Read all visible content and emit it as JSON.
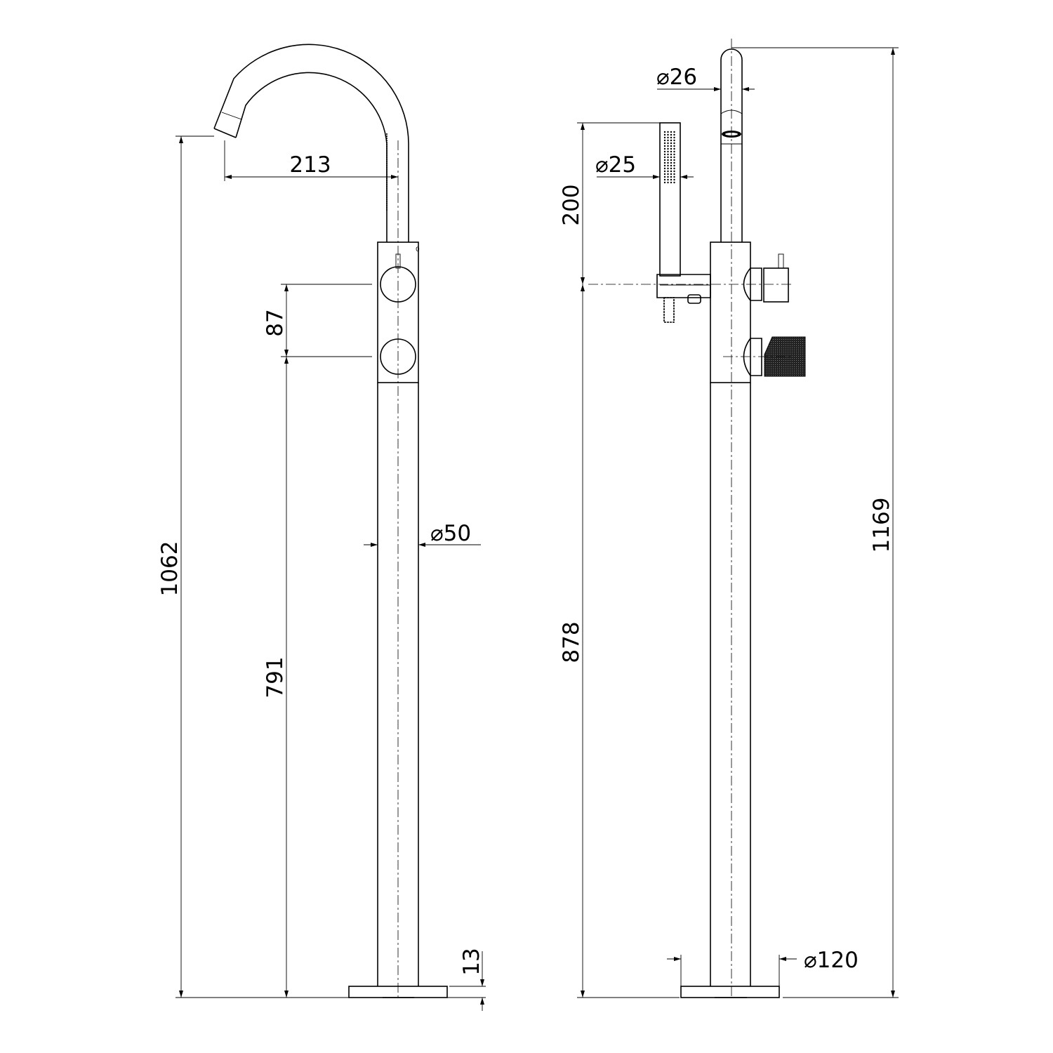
{
  "drawing": {
    "title": "Freestanding bath mixer with hand shower - dimension drawing",
    "units": "mm",
    "line_color": "#000000",
    "background": "#ffffff",
    "knob_mark": "0"
  },
  "front_view": {
    "total_height": "1062",
    "lower_knob_height": "791",
    "knob_spacing": "87",
    "spout_reach": "213",
    "column_diameter": "⌀50",
    "base_thickness": "13"
  },
  "side_view": {
    "total_height": "1169",
    "handshower_holder_height": "878",
    "handshower_length": "200",
    "spout_diameter": "⌀26",
    "handshower_diameter": "⌀25",
    "base_diameter": "⌀120"
  }
}
